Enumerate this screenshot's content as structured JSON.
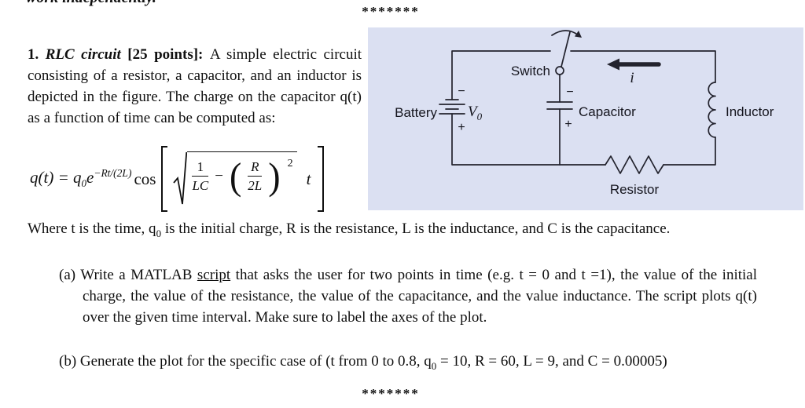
{
  "page": {
    "top_fragment": "work independently.",
    "top_separator": "*******",
    "bottom_separator": "*******"
  },
  "problem": {
    "number": "1. ",
    "title": "RLC circuit ",
    "points": "[25 points]: ",
    "intro": "A simple electric circuit consisting of a resistor, a capacitor, and an inductor is depicted in the figure. The charge on the capacitor q(t) as a function of time can be computed as:"
  },
  "formula": {
    "lhs": "q(t) = q",
    "lhs_sub": "0",
    "base_e": "e",
    "exponent": "−Rt/(2L)",
    "cos": "cos",
    "frac1_num": "1",
    "frac1_den": "LC",
    "minus": "−",
    "lparen": "(",
    "frac2_num": "R",
    "frac2_den": "2L",
    "rparen": ")",
    "power": "2",
    "t_var": "t"
  },
  "where_clause": {
    "pre": "Where t is the time, q",
    "sub": "0",
    "post": " is the initial charge, R is the resistance, L is the inductance, and C is the capacitance."
  },
  "item_a": {
    "label": "(a) ",
    "pre": "Write a MATLAB ",
    "underlined": "script",
    "post": " that asks the user for two points in time (e.g. t = 0 and t =1), the value of the initial charge, the value of the resistance, the value of the capacitance, and the value inductance. The script plots q(t) over the given time interval. Make sure to label the axes of the plot."
  },
  "item_b": {
    "label": "(b) ",
    "pre": "Generate the plot for the specific case of (t from 0 to 0.8, q",
    "sub": "0",
    "post": " = 10, R = 60, L = 9, and C = 0.00005)"
  },
  "circuit": {
    "panel_color": "#dbe0f2",
    "wire_color": "#23232e",
    "labels": {
      "switch": "Switch",
      "battery": "Battery",
      "voltage": "V",
      "voltage_sub": "0",
      "battery_minus": "−",
      "battery_plus": "+",
      "capacitor": "Capacitor",
      "cap_minus": "−",
      "cap_plus": "+",
      "inductor": "Inductor",
      "resistor": "Resistor",
      "current": "i"
    }
  }
}
